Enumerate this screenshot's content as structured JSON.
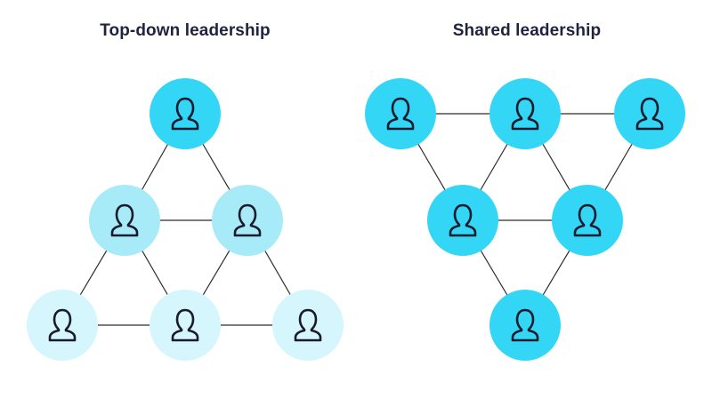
{
  "panels": [
    {
      "title": "Top-down leadership",
      "nodes": [
        {
          "id": "a1",
          "level": "top"
        },
        {
          "id": "a2",
          "level": "middle"
        },
        {
          "id": "a3",
          "level": "middle"
        },
        {
          "id": "a4",
          "level": "bottom"
        },
        {
          "id": "a5",
          "level": "bottom"
        },
        {
          "id": "a6",
          "level": "bottom"
        }
      ],
      "edges": [
        [
          "a1",
          "a2"
        ],
        [
          "a1",
          "a3"
        ],
        [
          "a2",
          "a3"
        ],
        [
          "a2",
          "a4"
        ],
        [
          "a2",
          "a5"
        ],
        [
          "a3",
          "a5"
        ],
        [
          "a3",
          "a6"
        ],
        [
          "a4",
          "a5"
        ],
        [
          "a5",
          "a6"
        ]
      ]
    },
    {
      "title": "Shared leadership",
      "nodes": [
        {
          "id": "b1",
          "level": "equal"
        },
        {
          "id": "b2",
          "level": "equal"
        },
        {
          "id": "b3",
          "level": "equal"
        },
        {
          "id": "b4",
          "level": "equal"
        },
        {
          "id": "b5",
          "level": "equal"
        },
        {
          "id": "b6",
          "level": "equal"
        }
      ],
      "edges": [
        [
          "b1",
          "b2"
        ],
        [
          "b2",
          "b3"
        ],
        [
          "b1",
          "b4"
        ],
        [
          "b2",
          "b4"
        ],
        [
          "b2",
          "b5"
        ],
        [
          "b3",
          "b5"
        ],
        [
          "b4",
          "b5"
        ],
        [
          "b4",
          "b6"
        ],
        [
          "b5",
          "b6"
        ]
      ]
    }
  ],
  "colors": {
    "top": "#33d6f5",
    "middle": "#a8ebf8",
    "bottom": "#d4f6fc",
    "equal": "#33d6f5",
    "edge": "#2b2b2b",
    "icon": "#1a1a2e"
  },
  "icon": "person-icon"
}
